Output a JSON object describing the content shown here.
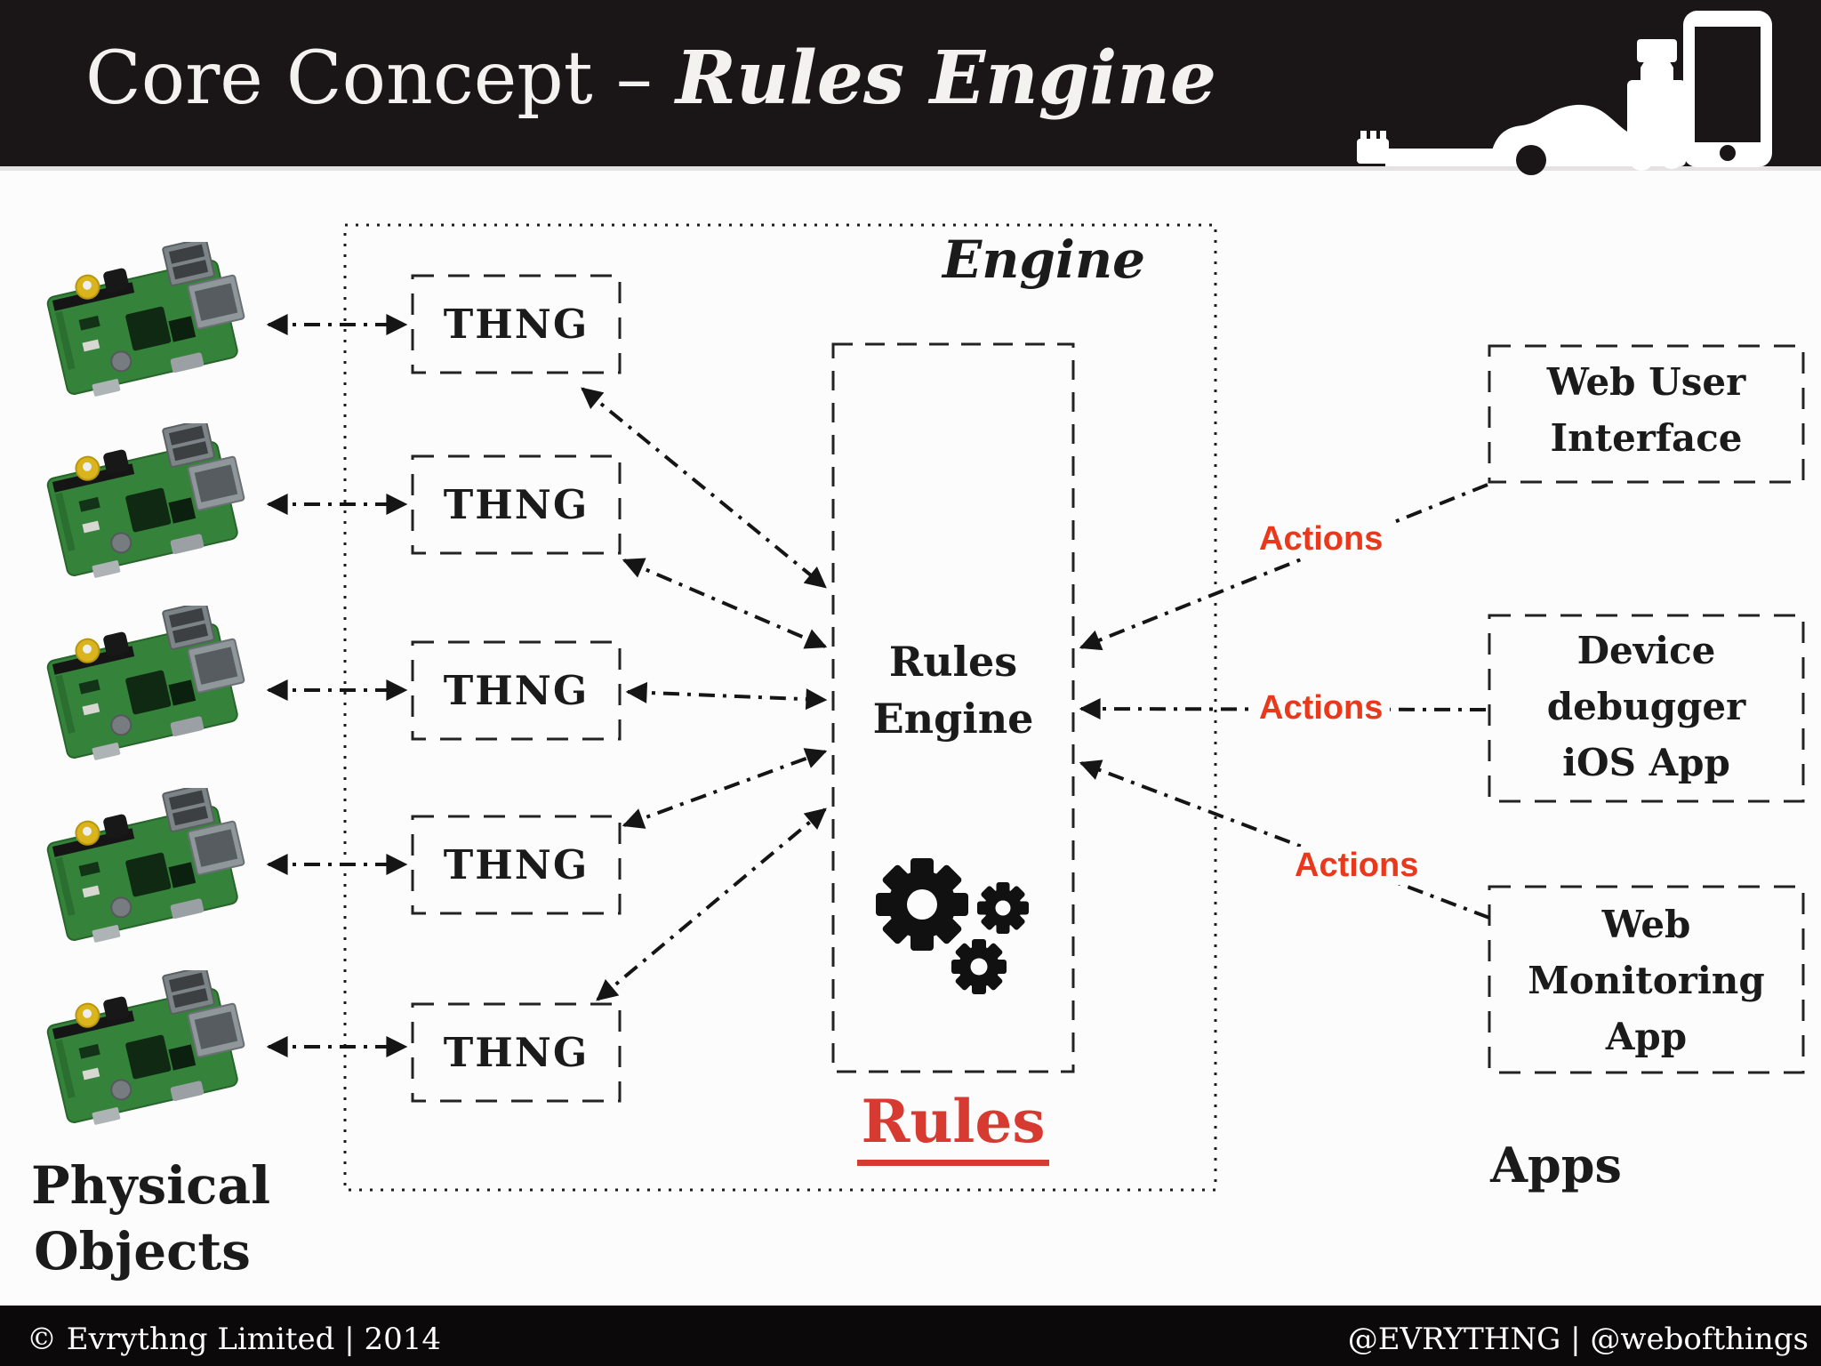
{
  "slide": {
    "header": {
      "title_prefix": "Core Concept – ",
      "title_emphasis": "Rules Engine",
      "icons": [
        "guitar-icon",
        "car-icon",
        "pill-bottle-icon",
        "pills-icon",
        "smartphone-icon"
      ]
    },
    "engine_group_label": "Engine",
    "thng_boxes": [
      {
        "label": "THNG"
      },
      {
        "label": "THNG"
      },
      {
        "label": "THNG"
      },
      {
        "label": "THNG"
      },
      {
        "label": "THNG"
      }
    ],
    "rules_engine_box": {
      "title_line1": "Rules",
      "title_line2": "Engine",
      "icon": "gears-icon"
    },
    "rules_label": "Rules",
    "action_labels": [
      "Actions",
      "Actions",
      "Actions"
    ],
    "app_boxes": [
      {
        "label": "Web User Interface"
      },
      {
        "label": "Device debugger iOS App"
      },
      {
        "label": "Web Monitoring App"
      }
    ],
    "apps_label": "Apps",
    "physical_objects_label": "Physical Objects",
    "physical_objects_icons": [
      "raspberry-pi-image",
      "raspberry-pi-image",
      "raspberry-pi-image",
      "raspberry-pi-image",
      "raspberry-pi-image"
    ],
    "footer": {
      "left": "© Evrythng Limited | 2014",
      "right": "@EVRYTHNG | @webofthings"
    },
    "colors": {
      "header_bg": "#1a1617",
      "footer_bg": "#0b090a",
      "actions_red": "#e8391d",
      "rules_red": "#d63a31",
      "line_color": "#1c1c1c"
    }
  }
}
